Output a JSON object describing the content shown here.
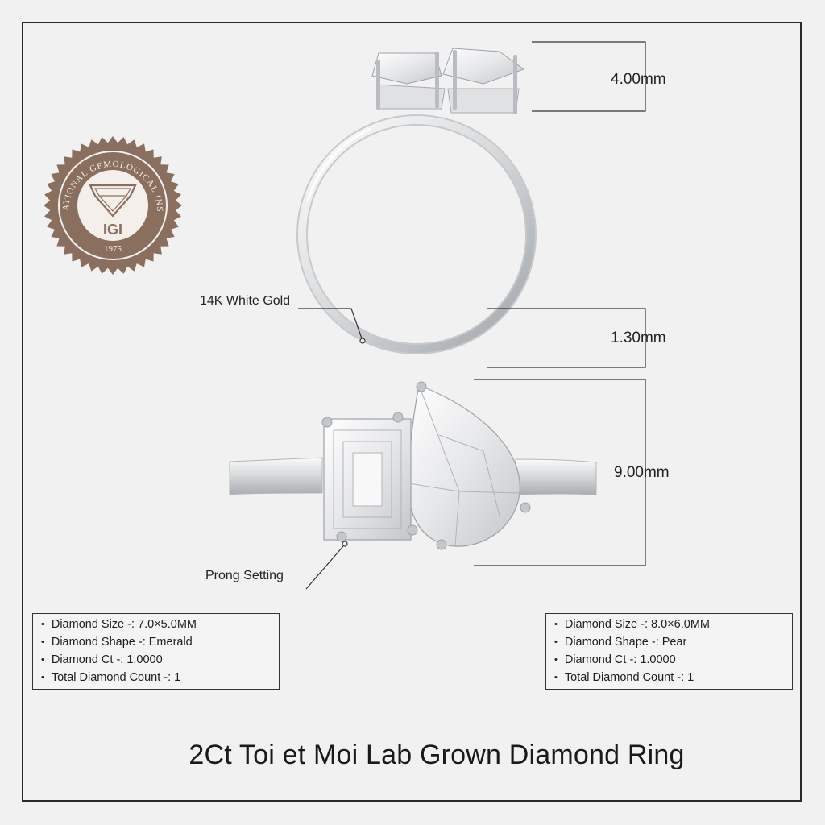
{
  "seal": {
    "ring_text": "INTERNATIONAL GEMOLOGICAL INSTITUTE",
    "monogram": "IGI",
    "year": "1975",
    "color": "#8b6f5e"
  },
  "callouts": {
    "metal": "14K White Gold",
    "setting": "Prong Setting"
  },
  "dimensions": {
    "head_height": "4.00mm",
    "band_width": "1.30mm",
    "stone_length": "9.00mm"
  },
  "spec_left": {
    "rows": [
      "Diamond Size -: 7.0×5.0MM",
      "Diamond Shape -: Emerald",
      "Diamond Ct -: 1.0000",
      "Total Diamond Count -: 1"
    ]
  },
  "spec_right": {
    "rows": [
      "Diamond Size -: 8.0×6.0MM",
      "Diamond Shape -: Pear",
      "Diamond Ct -: 1.0000",
      "Total Diamond Count -: 1"
    ]
  },
  "title": "2Ct Toi et Moi Lab Grown Diamond Ring"
}
